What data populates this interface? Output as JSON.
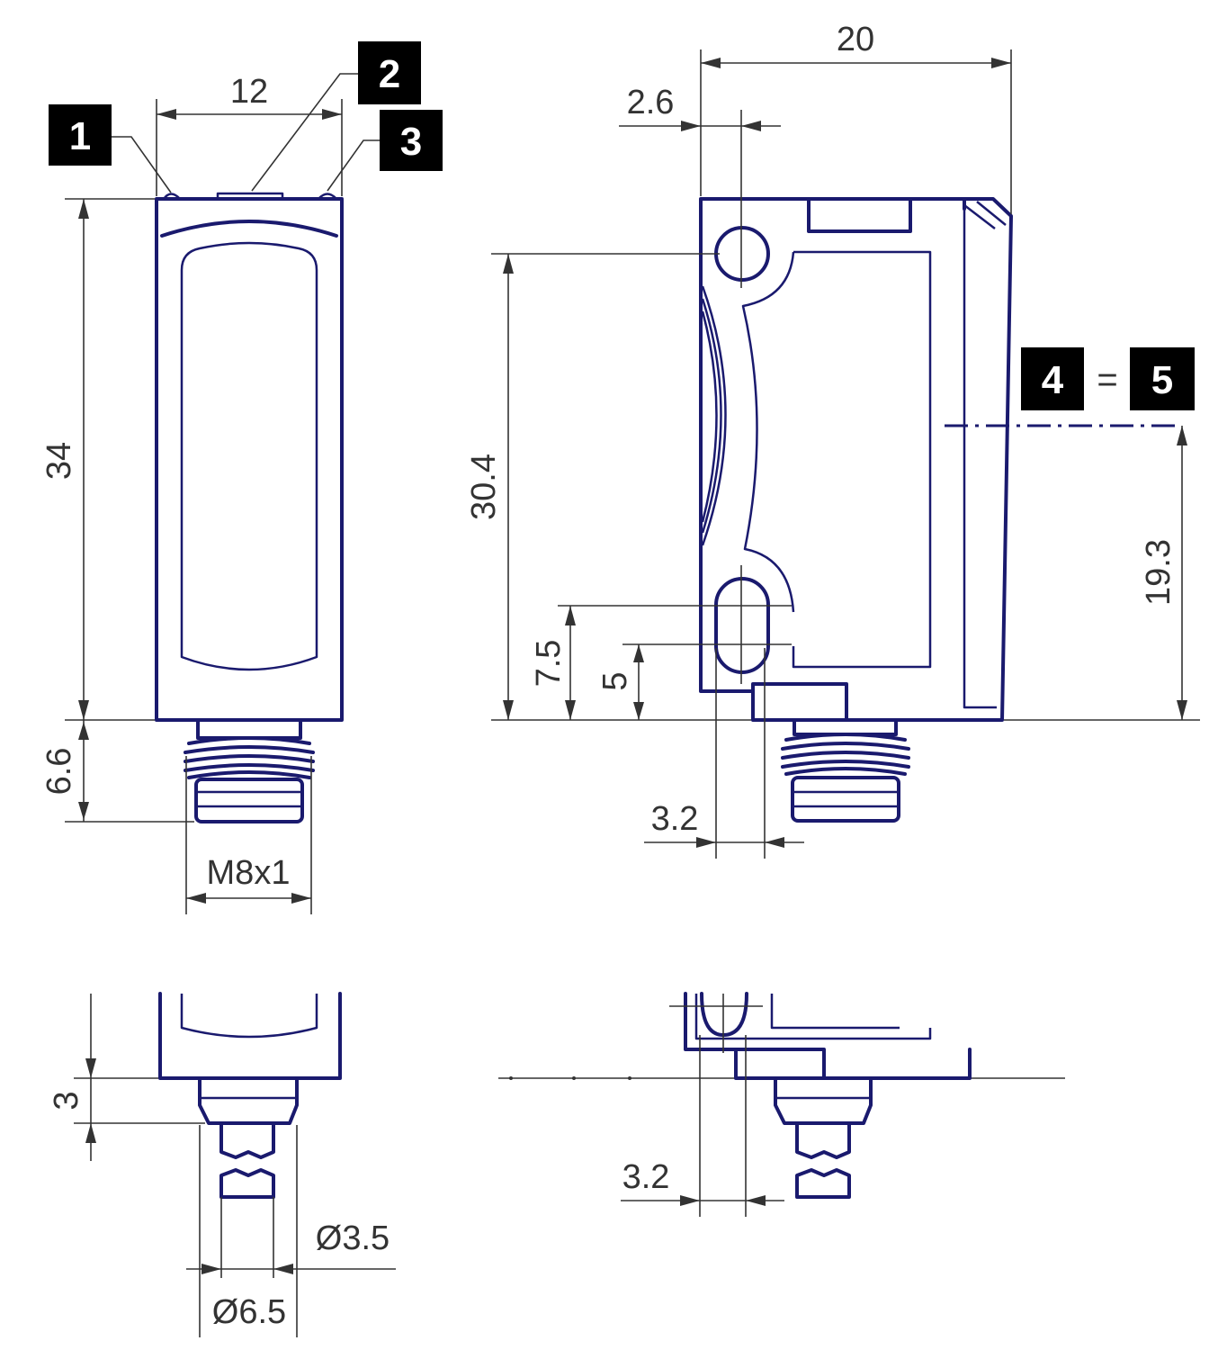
{
  "dimensions": {
    "front_width": "12",
    "front_height": "34",
    "connector_length": "6.6",
    "thread": "M8x1",
    "side_width": "20",
    "hole_offset_x": "2.6",
    "hole_spacing": "30.4",
    "slot_center_height": "7.5",
    "slot_bottom_height": "5",
    "optical_axis_height": "19.3",
    "slot_width": "3.2",
    "detail_step": "3",
    "detail_diameter_inner": "Ø3.5",
    "detail_diameter_outer": "Ø6.5",
    "detail_side_width": "3.2"
  },
  "callouts": {
    "c1": "1",
    "c2": "2",
    "c3": "3",
    "c4": "4",
    "equals": "=",
    "c5": "5"
  }
}
